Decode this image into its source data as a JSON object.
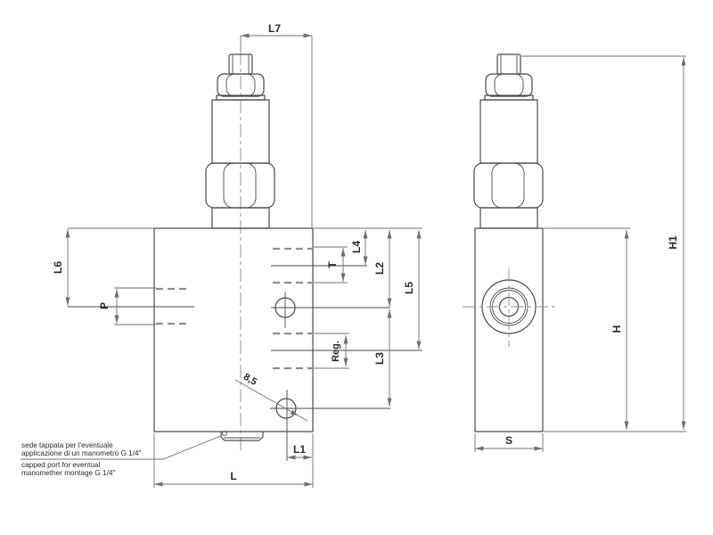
{
  "dimensions": {
    "l7": "L7",
    "l6": "L6",
    "p": "P",
    "t": "T",
    "l4": "L4",
    "l2": "L2",
    "l5": "L5",
    "reg": "Reg.",
    "l3": "L3",
    "diameter": "8,5",
    "l1": "L1",
    "l": "L",
    "s": "S",
    "h": "H",
    "h1": "H1"
  },
  "note": {
    "it1": "sede tappata per l'eventuale",
    "it2": "applicazione di un manometro G 1/4\"",
    "en1": "capped port for eventual",
    "en2": "manomether montage G 1/4\""
  },
  "colors": {
    "outline": "#4a4a4a",
    "dim": "#6f6f6f",
    "dash": "#8f8f8f",
    "center": "#8c8c8c",
    "text": "#2a2a2a",
    "bg": "#ffffff"
  }
}
